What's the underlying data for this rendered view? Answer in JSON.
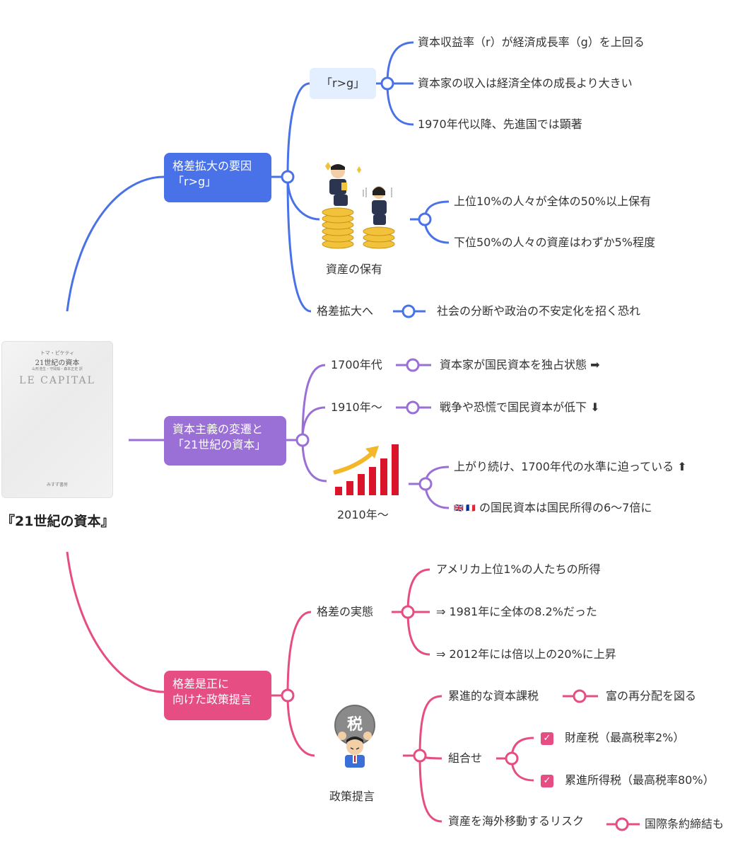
{
  "colors": {
    "blue": "#4a72e8",
    "purple": "#9a6fd6",
    "pink": "#e64d83",
    "tag_bg": "#e3efff"
  },
  "root": {
    "title": "『21世紀の資本』",
    "book": {
      "top": "トマ・ピケティ",
      "title": "21世紀の資本",
      "names": "山形浩生・守岡桜・森本正史 訳",
      "subtitle": "LE CAPITAL",
      "publisher": "みすず書房"
    }
  },
  "branch1": {
    "label_line1": "格差拡大の要因",
    "label_line2": "「r>g」",
    "rg": {
      "tag": "「r>g」",
      "items": [
        "資本収益率（r）が経済成長率（g）を上回る",
        "資本家の収入は経済全体の成長より大きい",
        "1970年代以降、先進国では顕著"
      ]
    },
    "assets": {
      "label": "資産の保有",
      "items": [
        "上位10%の人々が全体の50%以上保有",
        "下位50%の人々の資産はわずか5%程度"
      ]
    },
    "spread": {
      "label": "格差拡大へ",
      "item": "社会の分断や政治の不安定化を招く恐れ"
    }
  },
  "branch2": {
    "label_line1": "資本主義の変遷と",
    "label_line2": "「21世紀の資本」",
    "p1700": {
      "label": "1700年代",
      "item": "資本家が国民資本を独占状態 ➡"
    },
    "p1910": {
      "label": "1910年〜",
      "item": "戦争や恐慌で国民資本が低下 ⬇"
    },
    "p2010": {
      "label": "2010年〜",
      "items": [
        "上がり続け、1700年代の水準に迫っている ⬆",
        "の国民資本は国民所得の6〜7倍に"
      ],
      "flags": "🇬🇧 🇫🇷"
    }
  },
  "branch3": {
    "label_line1": "格差是正に",
    "label_line2": "向けた政策提言",
    "reality": {
      "label": "格差の実態",
      "items": [
        "アメリカ上位1%の人たちの所得",
        "⇒ 1981年に全体の8.2%だった",
        "⇒ 2012年には倍以上の20%に上昇"
      ]
    },
    "policy": {
      "label": "政策提言",
      "tax_badge": "税",
      "progressive": {
        "label": "累進的な資本課税",
        "item": "富の再分配を図る"
      },
      "combo": {
        "label": "組合せ",
        "items": [
          "財産税（最高税率2%）",
          "累進所得税（最高税率80%）"
        ]
      },
      "risk": {
        "label": "資産を海外移動するリスク",
        "item": "国際条約締結も"
      }
    }
  }
}
